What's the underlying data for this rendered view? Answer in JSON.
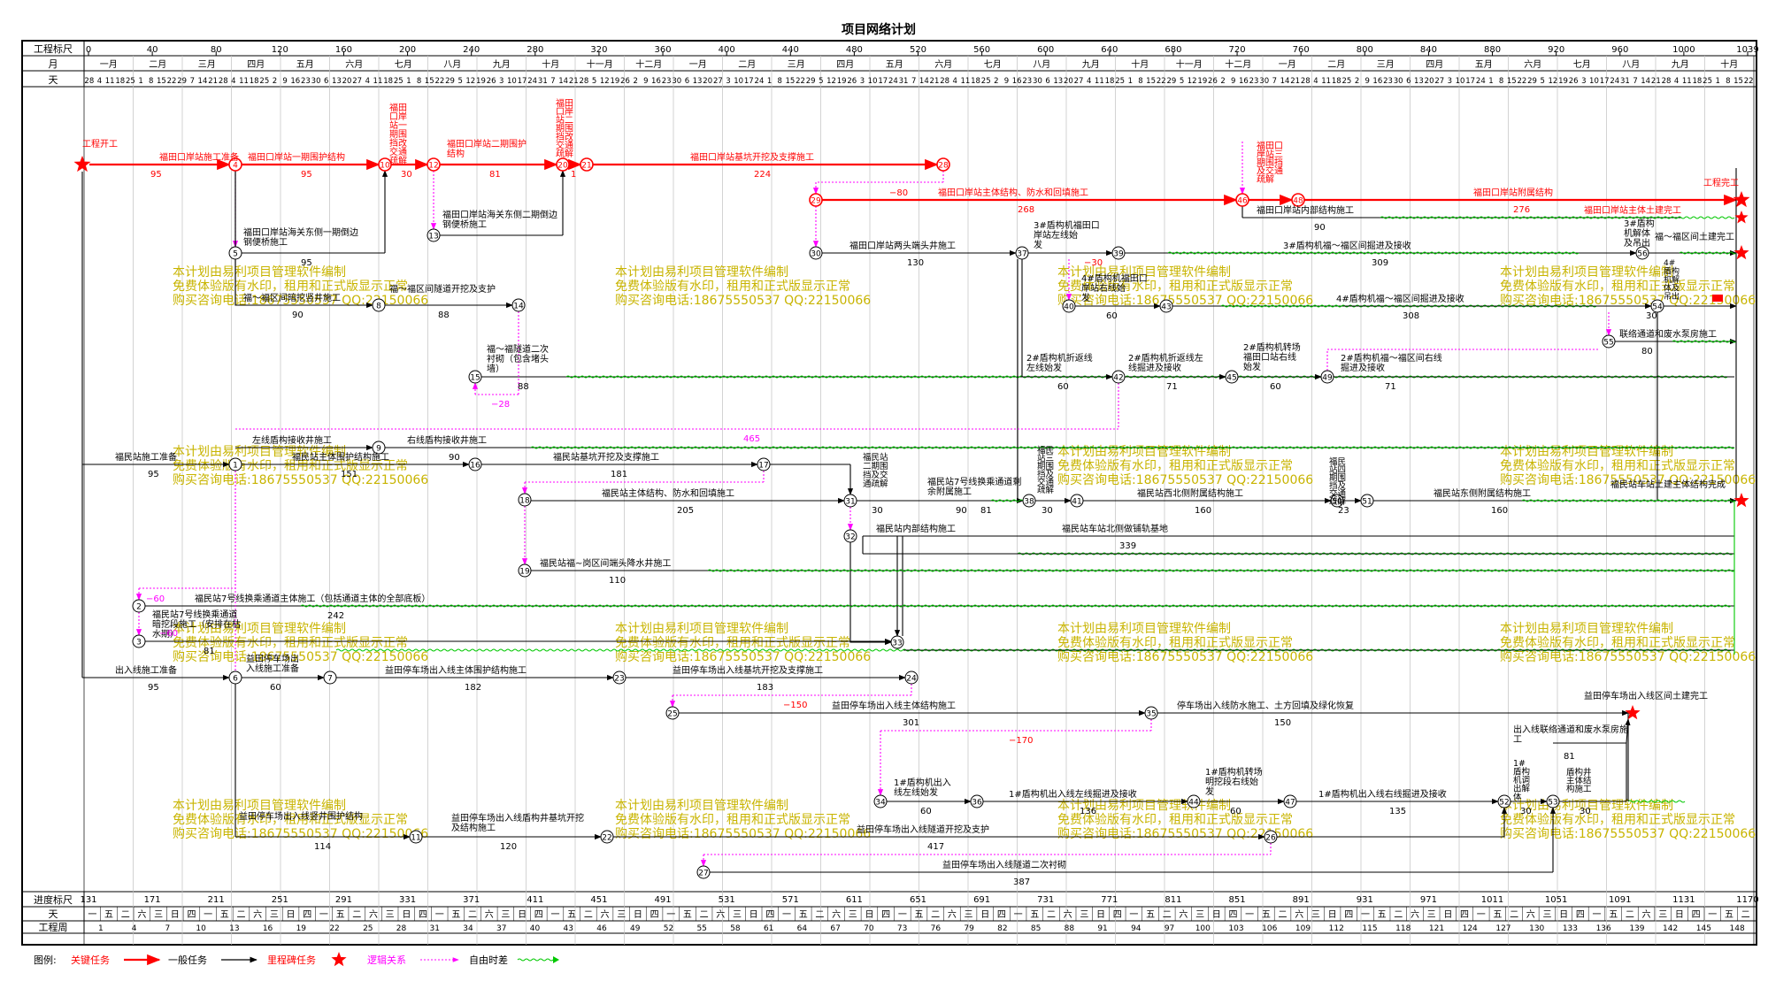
{
  "title": "项目网络计划",
  "colors": {
    "critical": "#ff0000",
    "normal": "#000000",
    "logic": "#ff00ff",
    "float": "#00c800",
    "watermark": "#c8b400",
    "grid": "#c0c0c0"
  },
  "header": {
    "scale_label": "工程标尺",
    "month_label": "月",
    "day_label": "天",
    "scale_ticks": [
      "0",
      "40",
      "80",
      "120",
      "160",
      "200",
      "240",
      "280",
      "320",
      "360",
      "400",
      "440",
      "480",
      "520",
      "560",
      "600",
      "640",
      "680",
      "720",
      "760",
      "800",
      "840",
      "880",
      "920",
      "960",
      "1000",
      "1039"
    ],
    "months": [
      "一月",
      "二月",
      "三月",
      "四月",
      "五月",
      "六月",
      "七月",
      "八月",
      "九月",
      "十月",
      "十一月",
      "十二月",
      "一月",
      "二月",
      "三月",
      "四月",
      "五月",
      "六月",
      "七月",
      "八月",
      "九月",
      "十月",
      "十一月",
      "十二月",
      "一月",
      "二月",
      "三月",
      "四月",
      "五月",
      "六月",
      "七月",
      "八月",
      "九月",
      "十月"
    ],
    "days": "28 4 11 18 25 1 8 15 22 29 7 14 21 28 4 11 18 25 2 9 16 23 30 6 13 20 27 4 11 18 25 1 8 15 22 29 5 12 19 26 3 10 17 24 31 7 14 21 28 5 12 19 26 2 9 16 23 30 6 13 20 27 3 10 17 24 1 8 15 22 29 5 12 19 26 3 10 17 24 31 7 14 21 28 4 11 18 25 2 9 16 23 30 6 13 20 27 4 11 18 25 1 8 15 22 29 5 12 19 26 2 9 16 23 30 7 14 21 28 4 11 18 25 2 9 16 23 30 6 13 20 27 3 10 17 24 1 8 15 22 29 5 12 19 26 3 10 17 24 31 7 14 21 28 4 11 18 25 1 8 15 22"
  },
  "footer": {
    "progress_label": "进度标尺",
    "day_label": "天",
    "week_label": "工程周",
    "progress_ticks": [
      "131",
      "171",
      "211",
      "251",
      "291",
      "331",
      "371",
      "411",
      "451",
      "491",
      "531",
      "571",
      "611",
      "651",
      "691",
      "731",
      "771",
      "811",
      "851",
      "891",
      "931",
      "971",
      "1011",
      "1051",
      "1091",
      "1131",
      "1170"
    ],
    "weekdays": "一 五 二 六 三 日 四 一 五 二 六 三 日 四 一 五 二 六 三 日 四 一 五 二 六 三 日 四 一 五 二 六 三 日 四 一 五 二 六 三 日 四 一 五 二 六 三 日 四 一 五 二 六 三 日 四 一 五 二 六 三 日 四 一 五 二 六 三 日 四 一 五 二 六 三 日 四 一 五 二 六 三 日 四 一 五 二 六 三 日 四 一 五 二 六 三 日 四 一 五 二",
    "weeks": [
      "1",
      "4",
      "7",
      "10",
      "13",
      "16",
      "19",
      "22",
      "25",
      "28",
      "31",
      "34",
      "37",
      "40",
      "43",
      "46",
      "49",
      "52",
      "55",
      "58",
      "61",
      "64",
      "67",
      "70",
      "73",
      "76",
      "79",
      "82",
      "85",
      "88",
      "91",
      "94",
      "97",
      "100",
      "103",
      "106",
      "109",
      "112",
      "115",
      "118",
      "121",
      "124",
      "127",
      "130",
      "133",
      "136",
      "139",
      "142",
      "145",
      "148"
    ]
  },
  "legend": {
    "prefix": "图例:",
    "critical": "关键任务",
    "normal": "一般任务",
    "milestone": "里程碑任务",
    "logic": "逻辑关系",
    "float": "自由时差"
  },
  "watermark": [
    "本计划由易利项目管理软件编制",
    "免费体验版有水印，租用和正式版显示正常",
    "购买咨询电话:18675550537 QQ:22150066"
  ],
  "nodes": [
    "1",
    "2",
    "3",
    "4",
    "5",
    "6",
    "7",
    "8",
    "9",
    "10",
    "11",
    "12",
    "13",
    "14",
    "15",
    "16",
    "17",
    "18",
    "19",
    "20",
    "21",
    "22",
    "23",
    "24",
    "25",
    "26",
    "27",
    "28",
    "29",
    "30",
    "31",
    "32",
    "33",
    "34",
    "35",
    "36",
    "37",
    "38",
    "39",
    "40",
    "41",
    "42",
    "43",
    "44",
    "45",
    "46",
    "47",
    "48",
    "49",
    "50",
    "51",
    "52",
    "53",
    "54",
    "55",
    "56"
  ],
  "milestones": {
    "start": "工程开工",
    "end": "工程完工",
    "fumin_end": "福民站车站土建主体结构完成",
    "futian_end": "福田口岸站主体土建完工",
    "yitian_end": "益田停车场出入线区间土建完工"
  },
  "tasks": {
    "t1": "福田口岸站施工准备",
    "d1": "95",
    "t2": "福田口岸站一期围护结构",
    "d2": "95",
    "t3": "福田口岸站一期围挡改交通疏解",
    "d3": "30",
    "t4": "福田口岸站二期围护结构",
    "d4": "81",
    "t5": "福田口岸站二期围挡改交通疏解",
    "d5": "1",
    "t6": "福田口岸站基坑开挖及支撑施工",
    "d6": "224",
    "t7": "福田口岸站主体结构、防水和回填施工",
    "d7": "268",
    "t7f": "−80",
    "t8": "福田口岸站三期围挡及交通疏解",
    "t9": "福田口岸站附属结构",
    "d9": "276",
    "t10": "福田口岸站内部结构施工",
    "d10": "90",
    "t11": "福田口岸站海关东侧一期倒边钢便桥施工",
    "d11": "95",
    "t12": "福田口岸站海关东侧二期倒边钢便桥施工",
    "t13": "福田口岸站两头端头井施工",
    "d13": "130",
    "t14": "3#盾构机福田口岸站左线始发",
    "d14": "−30",
    "t15": "3#盾构机福～福区间掘进及接收",
    "d15": "309",
    "t16": "3#盾构机解体及吊出",
    "t16b": "福～福区间土建完工",
    "t17": "福～福区间暗挖竖井施工",
    "d17": "90",
    "t18": "福～福区间隧道开挖及支护",
    "d18": "88",
    "t19": "4#盾构机福田口岸站右线始发",
    "d19": "60",
    "t20": "4#盾构机福～福区间掘进及接收",
    "d20": "308",
    "t21": "4#盾构机解体及吊出",
    "d21": "30",
    "t22": "联络通道和废水泵房施工",
    "d22": "80",
    "t23": "福～福隧道二次衬砌（包含堵头墙）",
    "d23": "88",
    "d23f": "−28",
    "t24": "2#盾构机折返线左线始发",
    "d24": "60",
    "t25": "2#盾构机折返线左线掘进及接收",
    "d25": "71",
    "t26": "2#盾构机转场福田口站右线始发",
    "d26": "60",
    "t27": "2#盾构机福～福区间右线掘进及接收",
    "d27": "71",
    "t28": "左线盾构接收井施工",
    "t29": "右线盾构接收井施工",
    "d29": "90",
    "d29f": "465",
    "t30": "福民站施工准备",
    "d30": "95",
    "t31": "福民站主体围护结构施工",
    "d31": "151",
    "t32": "福民站基坑开挖及支撑施工",
    "d32": "181",
    "t33": "福民站主体结构、防水和回填施工",
    "d33": "205",
    "t34": "福民站二期围挡及交通疏解",
    "d34": "30",
    "t35": "福民站7号线换乘通道剩余附属施工",
    "d35": "81",
    "t36": "福民站内部结构施工",
    "d36": "90",
    "t37": "福民站三期围挡及交通疏解",
    "d37": "30",
    "t38": "福民站西北侧附属结构施工",
    "d38": "160",
    "t39": "福民站四期围挡及交通疏解",
    "d39": "23",
    "t40": "福民站东侧附属结构施工",
    "d40": "160",
    "t41": "福民站车站北侧做铺轨基地",
    "d41": "339",
    "t42": "福民站福~岗区间端头降水井施工",
    "d42": "110",
    "t43": "福民站7号线换乘通道主体施工（包括通道主体的全部底板）",
    "d43": "242",
    "d43f": "−60",
    "t44": "福民站7号线换乘通道暗挖段施工（安排在枯水期）",
    "d44": "81",
    "d44f": "−60",
    "t45": "出入线施工准备",
    "d45": "95",
    "t46": "益田停车场出入线施工准备",
    "d46": "60",
    "t47": "益田停车场出入线主体围护结构施工",
    "d47": "182",
    "t48": "益田停车场出入线基坑开挖及支撑施工",
    "d48": "183",
    "t49": "益田停车场出入线主体结构施工",
    "d49": "301",
    "d49f": "−150",
    "t50": "停车场出入线防水施工、土方回填及绿化恢复",
    "d50": "150",
    "t51": "出入线联络通道和废水泵房施工",
    "d51": "81",
    "t52": "1#盾构机出入线左线始发",
    "d52": "60",
    "d52f": "−170",
    "t53": "1#盾构机出入线左线掘进及接收",
    "d53": "136",
    "t54": "1#盾构机转场明挖段右线始发",
    "d54": "60",
    "t55": "1#盾构机出入线右线掘进及接收",
    "d55": "135",
    "t56": "1#盾构机调出解体",
    "d56": "30",
    "t57": "盾构井主体结构施工",
    "d57": "30",
    "t58": "益田停车场出入线竖井围护结构",
    "d58": "114",
    "t59": "益田停车场出入线盾构井基坑开挖及结构施工",
    "d59": "120",
    "t60": "益田停车场出入线隧道开挖及支护",
    "d60": "417",
    "t61": "益田停车场出入线隧道二次衬砌",
    "d61": "387"
  }
}
